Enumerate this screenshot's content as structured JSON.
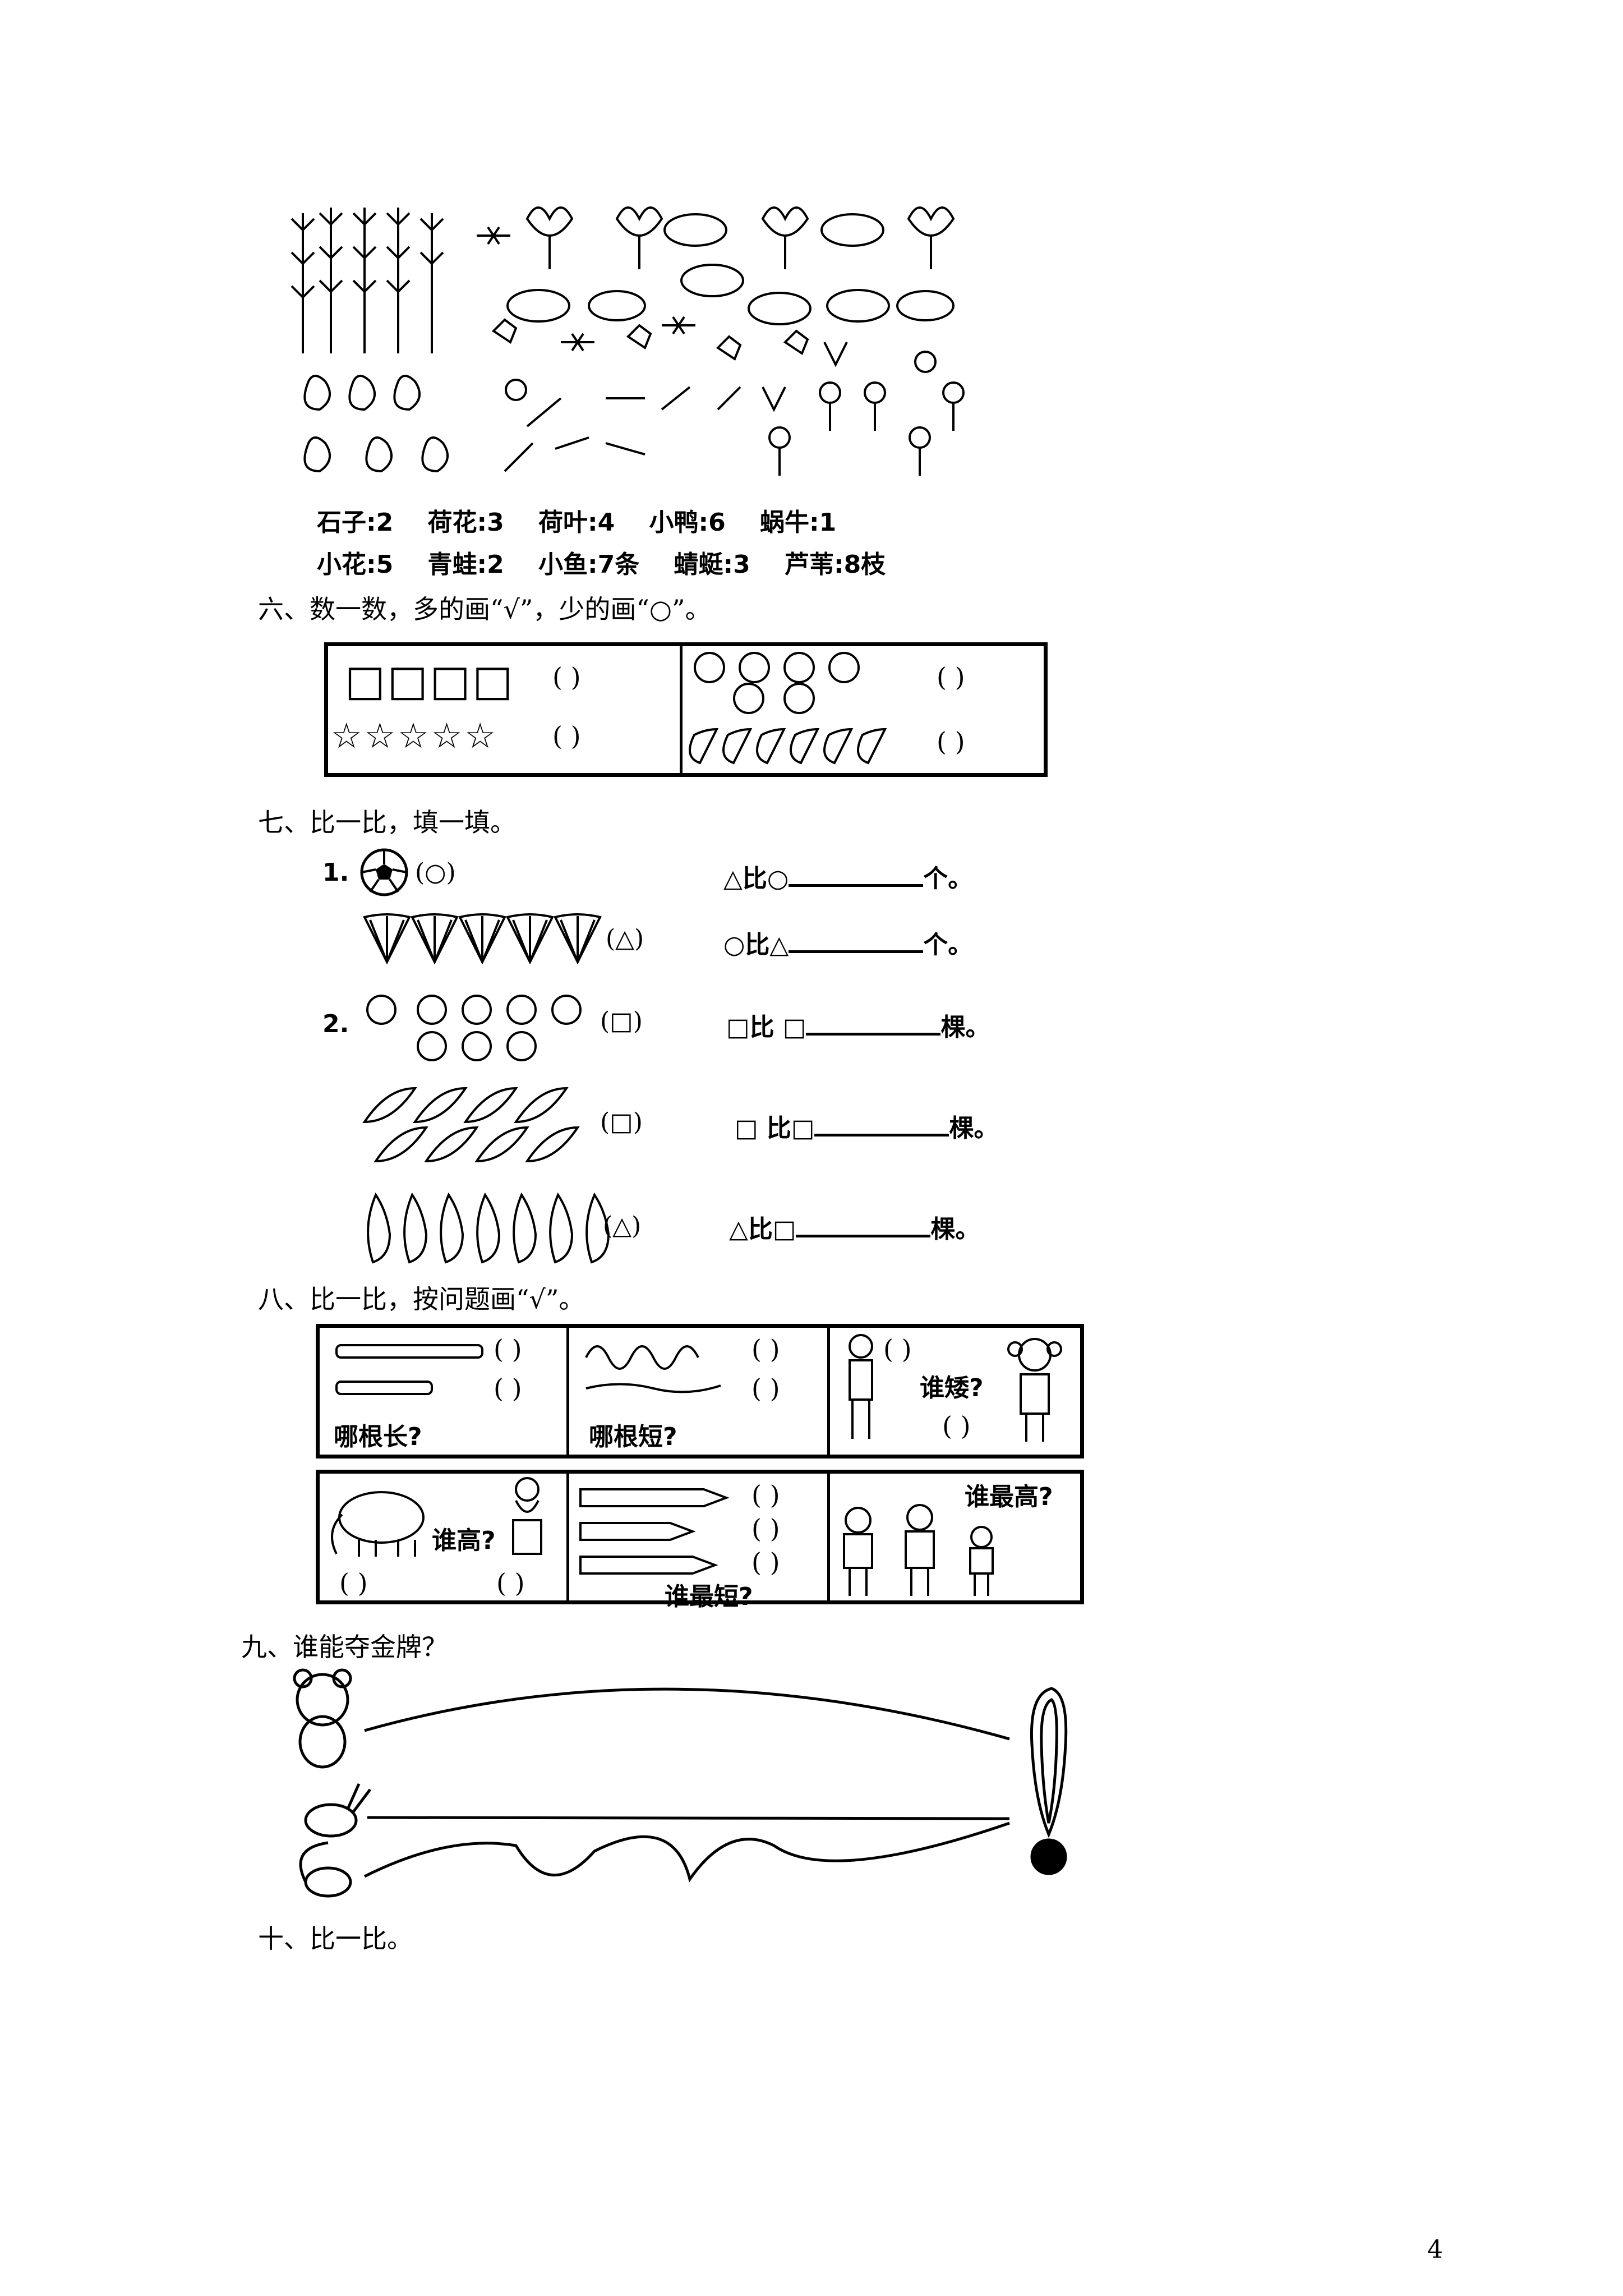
{
  "counts": {
    "row1": [
      "石子:2",
      "荷花:3",
      "荷叶:4",
      "小鸭:6",
      "蜗牛:1"
    ],
    "row2": [
      "小花:5",
      "青蛙:2",
      "小鱼:7条",
      "蜻蜓:3",
      "芦苇:8枝"
    ]
  },
  "section6": {
    "title": "六、数一数，多的画“√”，少的画“○”。",
    "square_row": "□□□□",
    "star_row": "☆☆☆☆☆",
    "paren": "(      )"
  },
  "section7": {
    "title": "七、比一比，填一填。",
    "q1_num": "1.",
    "q1_ball_tag": "(○)",
    "q1_fan_tag": "(△)",
    "q1_line1_a": "△比○",
    "q1_line1_b": "个。",
    "q1_line2_a": "○比△",
    "q1_line2_b": "个。",
    "q2_num": "2.",
    "q2_cabbage_tag": "(□)",
    "q2_bean_tag": "(□)",
    "q2_eggplant_tag": "(△)",
    "q2_line1_a": "□比",
    "q2_line1_b": "棵。",
    "q2_line2_a": "比□",
    "q2_line2_b": "棵。",
    "q2_line3_a": "△比□",
    "q2_line3_b": "棵。"
  },
  "section8": {
    "title": "八、比一比，按问题画“√”。",
    "paren": "(    )",
    "which_long": "哪根长?",
    "which_short": "哪根短?",
    "who_short": "谁矮?",
    "who_tall": "谁高?",
    "who_shortest": "谁最短?",
    "who_tallest": "谁最高?"
  },
  "section9": {
    "title": "九、谁能夺金牌？"
  },
  "section10": {
    "title": "十、比一比。"
  },
  "page_number": "4"
}
